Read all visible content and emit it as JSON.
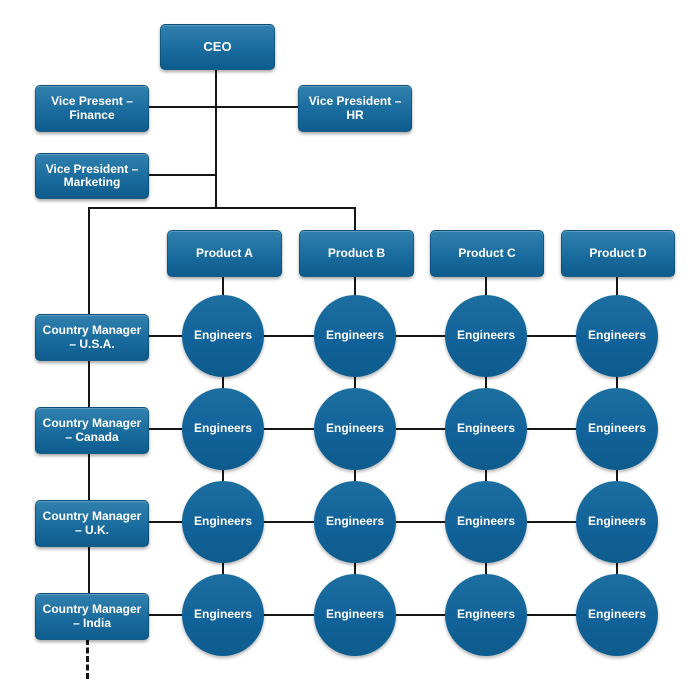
{
  "colors": {
    "node_gradient_top": "#3181ae",
    "node_gradient_bottom": "#0e5c8d",
    "connector_line": "#161616",
    "node_text": "#ffffff",
    "background": "#ffffff"
  },
  "nodes": {
    "ceo": {
      "label": "CEO"
    },
    "vp_finance": {
      "line1": "Vice Present –",
      "line2": "Finance"
    },
    "vp_hr": {
      "line1": "Vice President –",
      "line2": "HR"
    },
    "vp_marketing": {
      "line1": "Vice President –",
      "line2": "Marketing"
    }
  },
  "products": [
    {
      "label": "Product A"
    },
    {
      "label": "Product B"
    },
    {
      "label": "Product C"
    },
    {
      "label": "Product D"
    }
  ],
  "country_managers": [
    {
      "line1": "Country Manager",
      "line2": "– U.S.A."
    },
    {
      "line1": "Country Manager",
      "line2": "– Canada"
    },
    {
      "line1": "Country Manager",
      "line2": "– U.K."
    },
    {
      "line1": "Country Manager",
      "line2": "– India"
    }
  ],
  "engineers": {
    "label": "Engineers"
  }
}
